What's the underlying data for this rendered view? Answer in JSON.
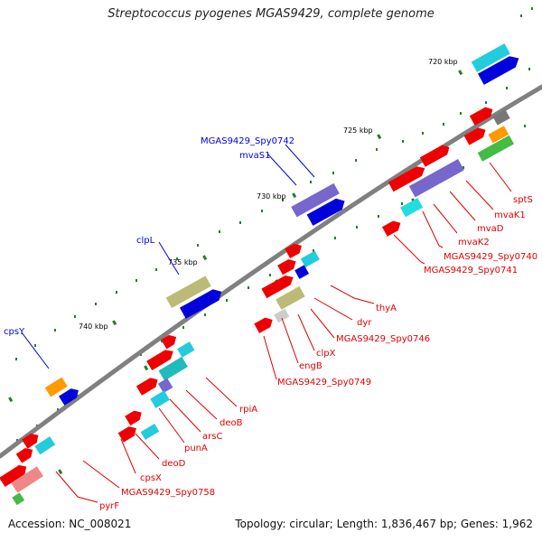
{
  "title": "Streptococcus pyogenes MGAS9429, complete genome",
  "footer": {
    "accession": "Accession: NC_008021",
    "summary": "Topology: circular; Length: 1,836,467 bp; Genes: 1,962"
  },
  "colors": {
    "backbone": "#808080",
    "gene_red": "#ee0000",
    "gene_blue": "#0000dd",
    "gene_cyan": "#22ccdd",
    "gene_purple": "#7766cc",
    "gene_olive": "#bbbb77",
    "gene_orange": "#ff9900",
    "gene_green": "#44bb44",
    "gene_gray": "#777777",
    "gene_pink": "#ee8888",
    "tick": "#2a7a2a",
    "label_red": "#e00000",
    "label_blue": "#0000dd"
  },
  "ticks": [
    "720 kbp",
    "725 kbp",
    "730 kbp",
    "735 kbp",
    "740 kbp"
  ],
  "labels_below": [
    "sptS",
    "mvaK1",
    "mvaD",
    "mvaK2",
    "MGAS9429_Spy0740",
    "MGAS9429_Spy0741",
    "thyA",
    "dyr",
    "MGAS9429_Spy0746",
    "clpX",
    "engB",
    "MGAS9429_Spy0749",
    "rpiA",
    "deoB",
    "arsC",
    "punA",
    "deoD",
    "cpsX",
    "MGAS9429_Spy0758",
    "pyrF"
  ],
  "labels_above": [
    "MGAS9429_Spy0742",
    "mvaS1",
    "clpL",
    "cpsY"
  ]
}
